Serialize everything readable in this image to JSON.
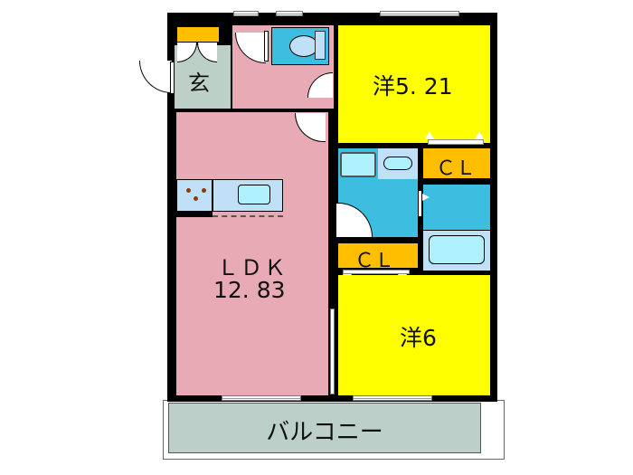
{
  "floorplan": {
    "colors": {
      "wall": "#000000",
      "ldk": "#e8aab5",
      "western_room": "#ffff00",
      "closet": "#ffbf00",
      "wet_area": "#3dbde0",
      "fixture": "#bfe0f7",
      "tub": "#aef0fb",
      "genkan": "#bcd0c8",
      "balcony": "#bccfc8"
    },
    "rooms": {
      "genkan": {
        "label": "玄"
      },
      "bedroom1": {
        "label": "洋5. 21"
      },
      "closet1": {
        "label": "ＣＬ"
      },
      "closet2": {
        "label": "ＣＬ"
      },
      "ldk": {
        "label": "ＬＤＫ",
        "area": "12. 83"
      },
      "bedroom2": {
        "label": "洋6"
      },
      "balcony": {
        "label": "バルコニー"
      }
    },
    "icons": {
      "toilet": "toilet-icon",
      "washbasin": "washbasin-icon",
      "washing_machine": "washing-machine-icon",
      "bathtub": "bathtub-icon",
      "kitchen_sink": "kitchen-sink-icon",
      "stove": "stove-icon",
      "door": "door-swing-icon",
      "window": "window-icon"
    }
  }
}
